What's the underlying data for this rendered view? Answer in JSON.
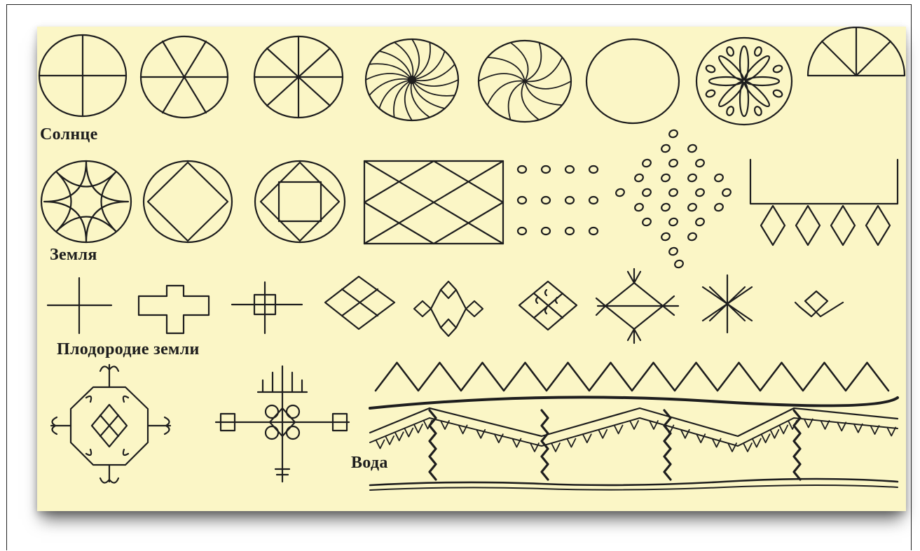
{
  "labels": {
    "sun": "Солнце",
    "earth": "Земля",
    "fertility": "Плодородие земли",
    "water": "Вода"
  },
  "colors": {
    "paper": "#fbf6c6",
    "ink": "#1e1e1e"
  }
}
